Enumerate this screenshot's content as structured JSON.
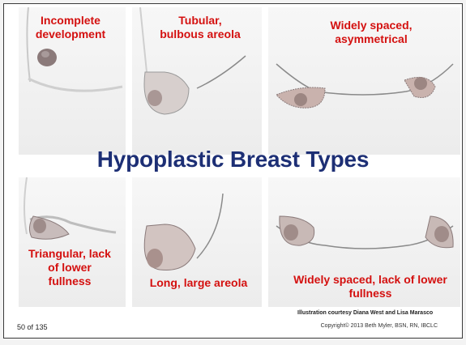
{
  "captions": {
    "p1": "Incomplete\ndevelopment",
    "p2": "Tubular,\nbulbous areola",
    "p3": "Widely spaced,\nasymmetrical",
    "p4": "Triangular, lack\nof lower\nfullness",
    "p5": "Long, large areola",
    "p6": "Widely spaced, lack of lower\nfullness"
  },
  "title": "Hypoplastic Breast Types",
  "credit": "Illustration courtesy Diana West and Lisa Marasco",
  "slide_number": "50 of 135",
  "copyright": "Copyright© 2013 Beth Myler, BSN, RN, IBCLC",
  "colors": {
    "caption": "#d4100f",
    "title": "#1d2f75"
  }
}
